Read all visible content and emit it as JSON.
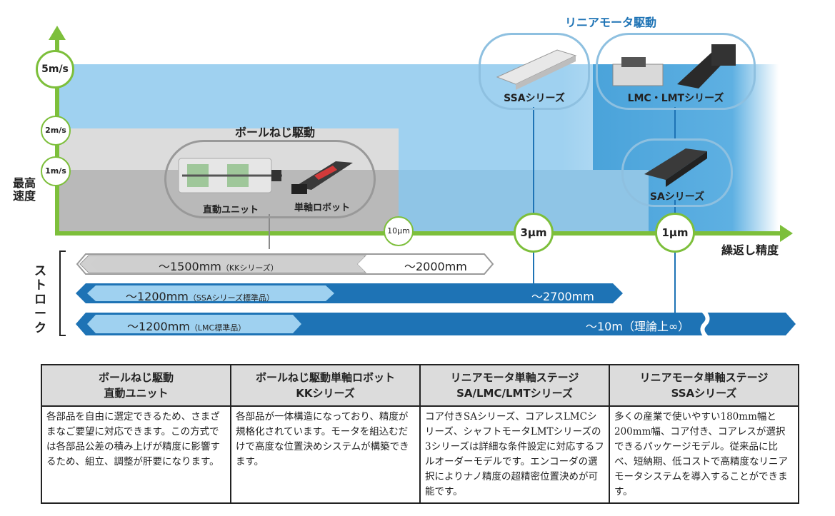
{
  "chart": {
    "y_axis_title": "最高速度",
    "x_axis_title": "繰返し精度",
    "stroke_title": "ストローク",
    "speed_ticks": [
      "5m/s",
      "2m/s",
      "1m/s"
    ],
    "accuracy_ticks": [
      "10μm",
      "3μm",
      "1μm"
    ],
    "ball_screw": {
      "title": "ボールねじ駆動",
      "items": [
        "直動ユニット",
        "単軸ロボット"
      ]
    },
    "linear_motor": {
      "title": "リニアモータ駆動",
      "panels": [
        "SSAシリーズ",
        "LMC・LMTシリーズ",
        "SAシリーズ"
      ]
    },
    "colors": {
      "axis": "#7dbf3b",
      "light_blue": "#9fd1f0",
      "dark_blue": "#1e73b5",
      "gray": "#c8c8c8"
    }
  },
  "stroke_bars": [
    {
      "main": "～1500mm",
      "note": "（KKシリーズ）",
      "ext": "～2000mm"
    },
    {
      "main": "～1200mm",
      "note": "（SSAシリーズ標準品）",
      "ext": "～2700mm"
    },
    {
      "main": "～1200mm",
      "note": "（LMC標準品）",
      "ext": "～10m（理論上∞）"
    }
  ],
  "table": {
    "headers": [
      [
        "ボールねじ駆動",
        "直動ユニット"
      ],
      [
        "ボールねじ駆動単軸ロボット",
        "KKシリーズ"
      ],
      [
        "リニアモータ単軸ステージ",
        "SA/LMC/LMTシリーズ"
      ],
      [
        "リニアモータ単軸ステージ",
        "SSAシリーズ"
      ]
    ],
    "cells": [
      "各部品を自由に選定できるため、さまざまなご要望に対応できます。この方式では各部品公差の積み上げが精度に影響するため、組立、調整が肝要になります。",
      "各部品が一体構造になっており、精度が規格化されています。モータを組込むだけで高度な位置決めシステムが構築できます。",
      "コア付きSAシリーズ、コアレスLMCシリーズ、シャフトモータLMTシリーズの3シリーズは詳細な条件設定に対応するフルオーダーモデルです。エンコーダの選択によりナノ精度の超精密位置決めが可能です。",
      "多くの産業で使いやすい180mm幅と200mm幅、コア付き、コアレスが選択できるパッケージモデル。従来品に比べ、短納期、低コストで高精度なリニアモータシステムを導入することができます。"
    ]
  }
}
